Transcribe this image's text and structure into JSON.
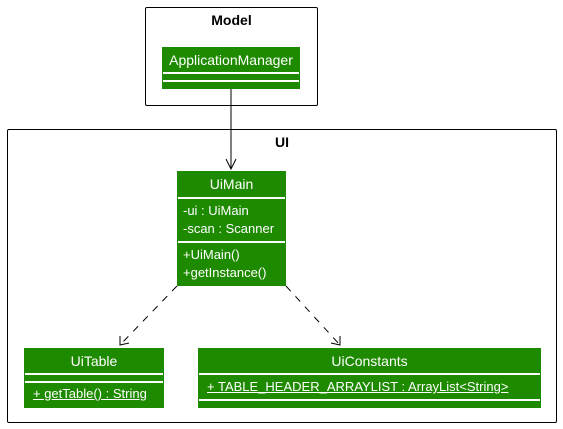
{
  "packages": {
    "model": {
      "title": "Model"
    },
    "ui": {
      "title": "UI"
    }
  },
  "classes": {
    "application_manager": {
      "name": "ApplicationManager"
    },
    "ui_main": {
      "name": "UiMain",
      "fields": [
        "-ui : UiMain",
        "-scan : Scanner"
      ],
      "methods": [
        "+UiMain()",
        "+getInstance()"
      ]
    },
    "ui_table": {
      "name": "UiTable",
      "methods": [
        "+ getTable() : String"
      ]
    },
    "ui_constants": {
      "name": "UiConstants",
      "fields": [
        "+ TABLE_HEADER_ARRAYLIST : ArrayList<String>"
      ]
    }
  },
  "colors": {
    "class_fill": "#1e8a00",
    "class_text": "#ffffff",
    "line": "#000000"
  }
}
